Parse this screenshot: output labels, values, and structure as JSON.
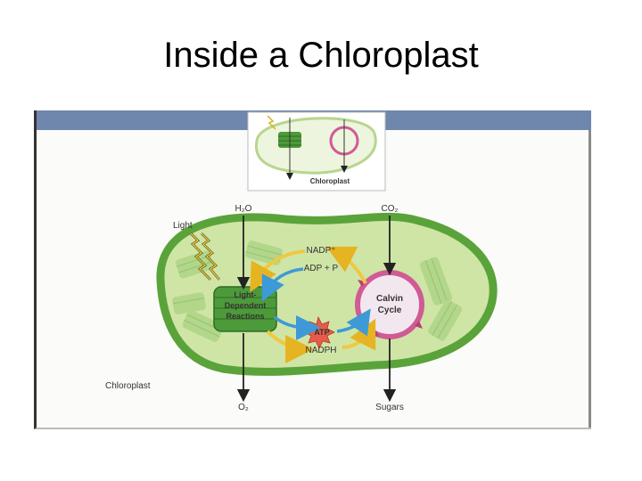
{
  "slide": {
    "title": "Inside a Chloroplast"
  },
  "inset": {
    "label": "Chloroplast"
  },
  "diagram": {
    "h2o": "H₂O",
    "co2": "CO₂",
    "light": "Light",
    "nadp_plus": "NADP⁺",
    "adp_p": "ADP + P",
    "light_reactions_lines": [
      "Light-",
      "Dependent",
      "Reactions"
    ],
    "calvin_lines": [
      "Calvin",
      "Cycle"
    ],
    "atp": "ATP",
    "nadph": "NADPH",
    "chloroplast_label": "Chloroplast",
    "o2": "O₂",
    "sugars": "Sugars"
  },
  "colors": {
    "band": "#6f86ad",
    "stroma": "#cfe5a6",
    "membrane": "#5aa33a",
    "thylakoid": "#4d9a3b",
    "calvin_ring": "#d05b95",
    "arrow_yellow": "#f0c840",
    "arrow_blue": "#3d9ad6",
    "atp_burst": "#e85a4a"
  }
}
